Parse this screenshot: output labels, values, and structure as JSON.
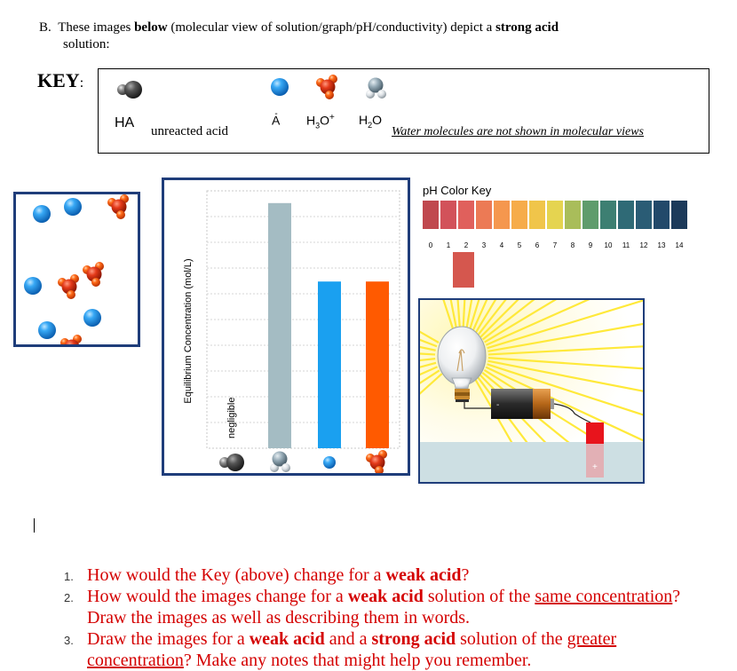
{
  "question": {
    "prefix": "B.",
    "line1_a": "These images ",
    "line1_b": "below",
    "line1_c": " (molecular view of solution/graph/pH/conductivity) depict a ",
    "line1_d": "strong acid",
    "line2": "solution:"
  },
  "key": {
    "title": "KEY",
    "ha_label": "HA",
    "unreacted_label": "unreacted acid",
    "a_label": "A",
    "a_charge": "-",
    "h3o_label": "H",
    "h3o_sub": "3",
    "h3o_tail": "O",
    "h3o_charge": "+",
    "h2o_label": "H",
    "h2o_sub": "2",
    "h2o_tail": "O",
    "water_note": "Water molecules are not shown in molecular views"
  },
  "graph": {
    "ylabel": "Equilibrium Concentration (mol/L)",
    "negligible_label": "negligible"
  },
  "chart_data": {
    "type": "bar",
    "categories": [
      "HA",
      "H2O",
      "A-",
      "H3O+"
    ],
    "values": [
      0,
      1.0,
      0.68,
      0.68
    ],
    "colors": [
      "#888888",
      "#a4bcc3",
      "#1aa0f0",
      "#ff5a00"
    ],
    "ylabel": "Equilibrium Concentration (mol/L)",
    "ylim": [
      0,
      1.05
    ],
    "grid": true
  },
  "ph_key": {
    "title": "pH Color Key",
    "ticks": [
      "0",
      "1",
      "2",
      "3",
      "4",
      "5",
      "6",
      "7",
      "8",
      "9",
      "10",
      "11",
      "12",
      "13",
      "14"
    ],
    "colors": [
      "#c0484e",
      "#d2525a",
      "#e0605c",
      "#ec7a55",
      "#f5974e",
      "#f6ac4a",
      "#f0c54a",
      "#e5d450",
      "#a9bd5a",
      "#5f9c6c",
      "#3d7f72",
      "#2f6a76",
      "#2a5c75",
      "#22496a",
      "#1c3a5a"
    ],
    "sample_color": "#d5574e"
  },
  "conductivity": {
    "bulb_state": "bright",
    "battery_minus": "-",
    "battery_plus": "+"
  },
  "questions": [
    {
      "num": "1.",
      "parts": [
        {
          "t": "How would the Key (above) change for a "
        },
        {
          "t": "weak acid",
          "b": true
        },
        {
          "t": "?"
        }
      ]
    },
    {
      "num": "2.",
      "parts": [
        {
          "t": "How would the images change for a "
        },
        {
          "t": "weak acid",
          "b": true
        },
        {
          "t": " solution of the "
        },
        {
          "t": "same concentration",
          "u": true
        },
        {
          "t": "?  Draw the images as well as describing them in words."
        }
      ]
    },
    {
      "num": "3.",
      "parts": [
        {
          "t": "Draw the images for a "
        },
        {
          "t": "weak acid",
          "b": true
        },
        {
          "t": " and a "
        },
        {
          "t": "strong acid",
          "b": true
        },
        {
          "t": " solution of the "
        },
        {
          "t": "greater concentration",
          "u": true
        },
        {
          "t": "? Make any notes that might help you remember."
        }
      ]
    }
  ]
}
